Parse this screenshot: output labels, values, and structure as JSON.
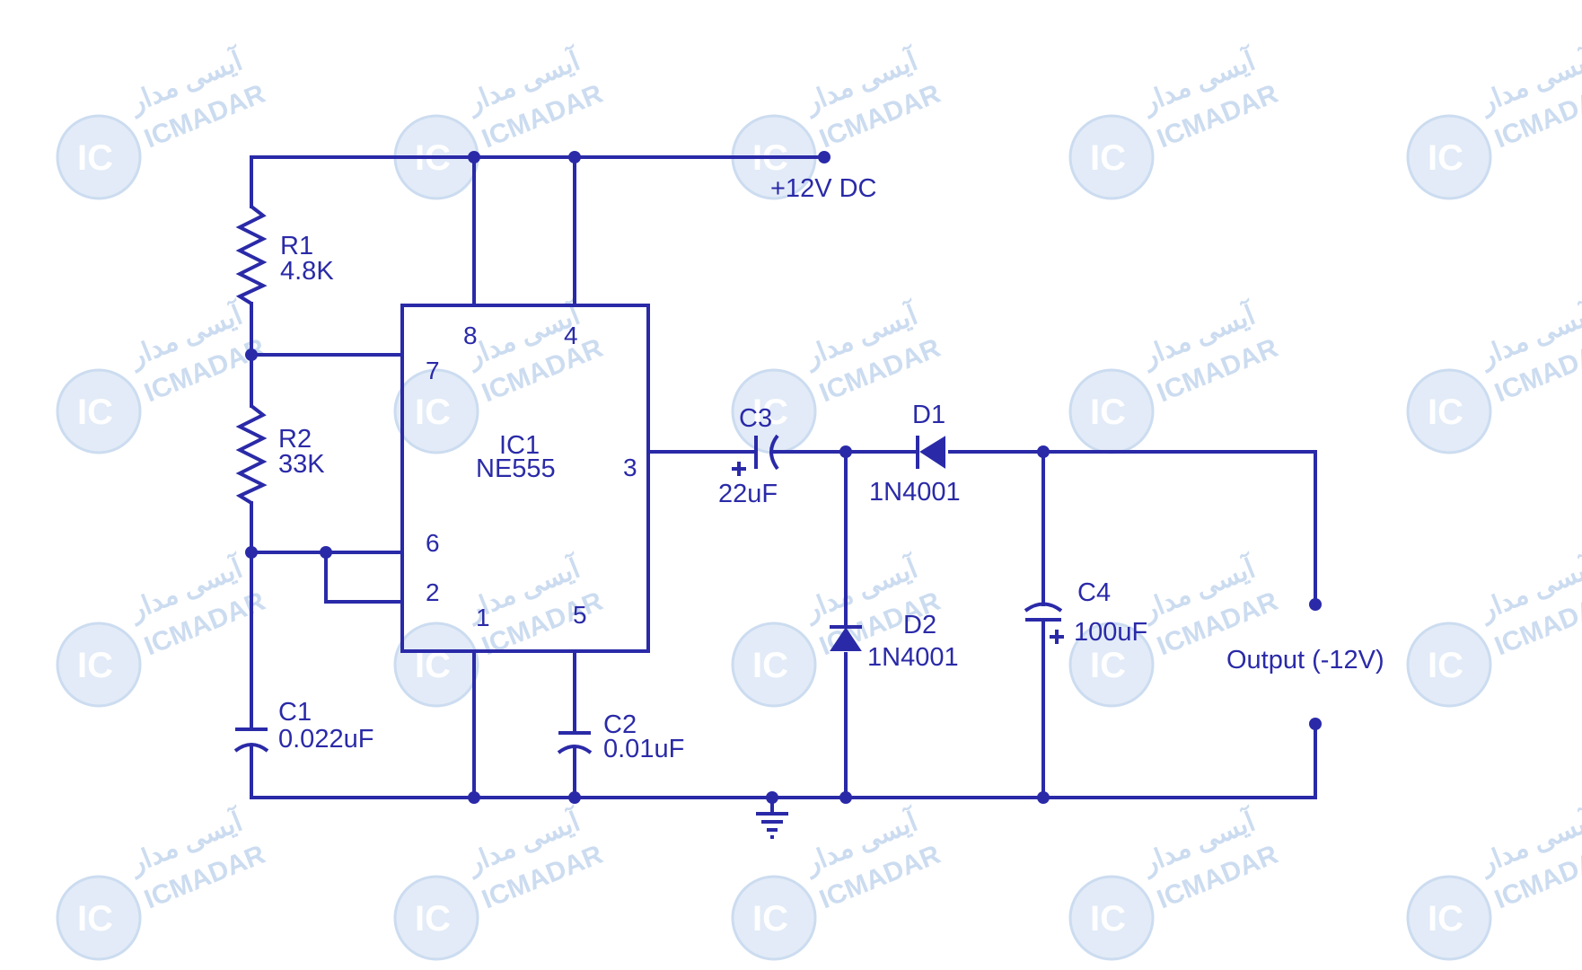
{
  "supply": {
    "label": "+12V DC"
  },
  "ic": {
    "ref": "IC1",
    "part": "NE555",
    "pins": {
      "p8": "8",
      "p4": "4",
      "p7": "7",
      "p6": "6",
      "p2": "2",
      "p1": "1",
      "p5": "5",
      "p3": "3"
    }
  },
  "r1": {
    "ref": "R1",
    "value": "4.8K"
  },
  "r2": {
    "ref": "R2",
    "value": "33K"
  },
  "c1": {
    "ref": "C1",
    "value": "0.022uF"
  },
  "c2": {
    "ref": "C2",
    "value": "0.01uF"
  },
  "c3": {
    "ref": "C3",
    "value": "22uF",
    "polarity": "+"
  },
  "c4": {
    "ref": "C4",
    "value": "100uF",
    "polarity": "+"
  },
  "d1": {
    "ref": "D1",
    "part": "1N4001"
  },
  "d2": {
    "ref": "D2",
    "part": "1N4001"
  },
  "output": {
    "label": "Output (-12V)"
  },
  "watermark": {
    "brand": "ICMADAR",
    "persian": "آیسی مدار",
    "logo": "IC",
    "color": "#c4d6ee"
  },
  "colors": {
    "ink": "#2a2aa8"
  }
}
